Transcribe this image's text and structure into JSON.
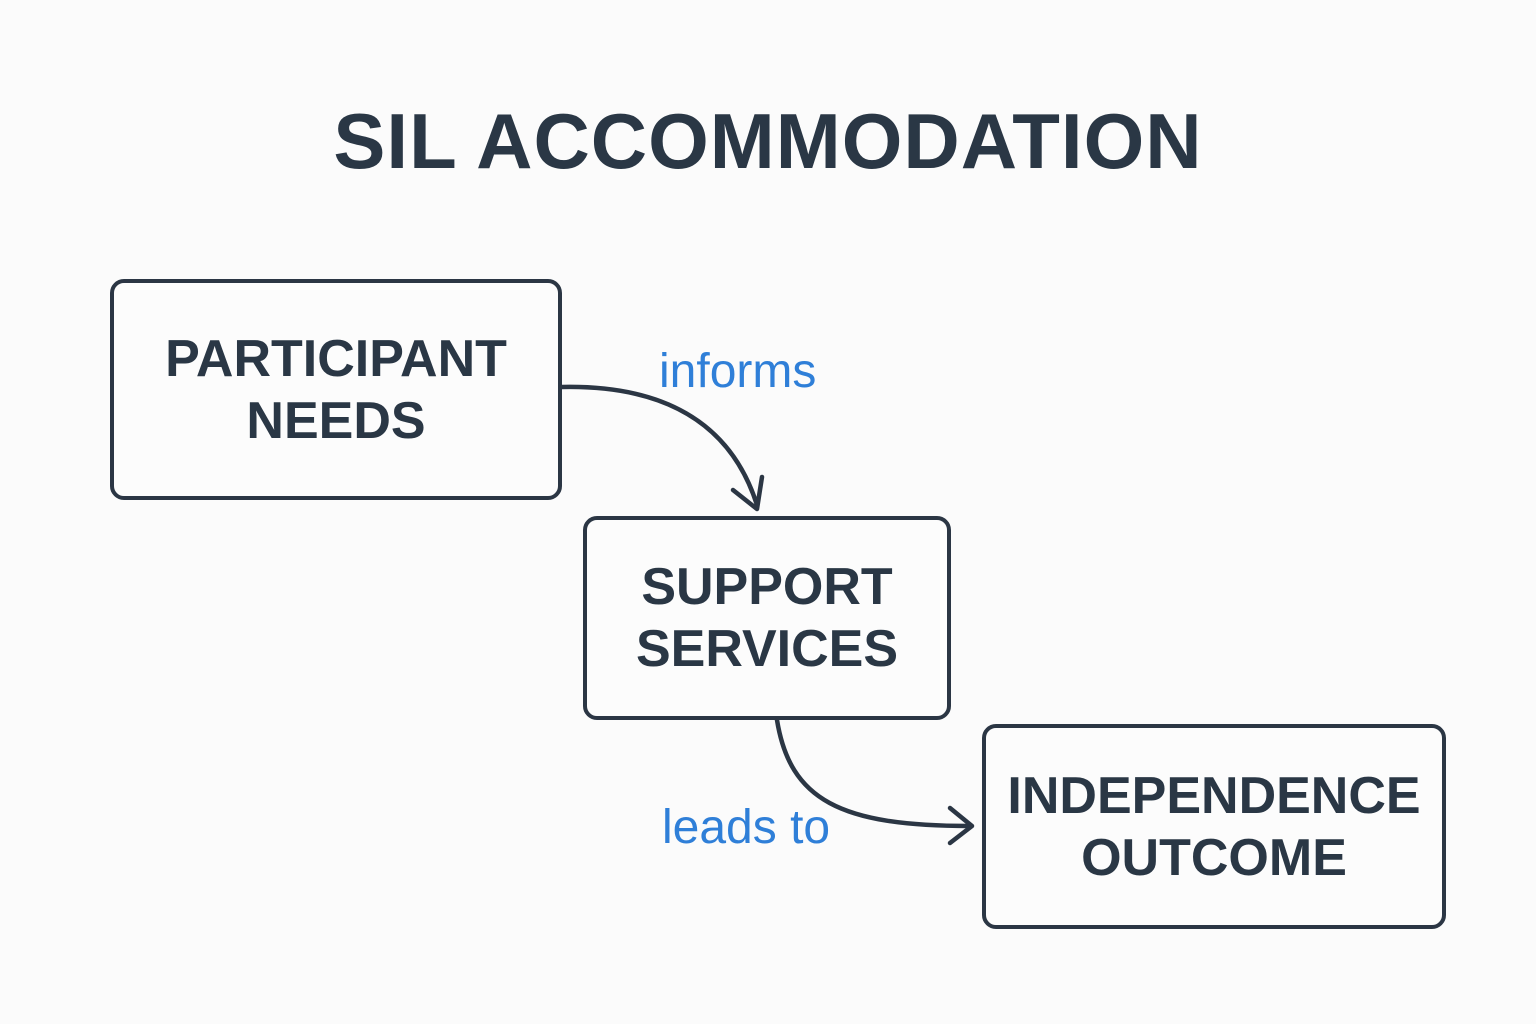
{
  "title": "SIL ACCOMMODATION",
  "nodes": [
    {
      "id": "participant-needs",
      "lines": [
        "PARTICIPANT",
        "NEEDS"
      ]
    },
    {
      "id": "support-services",
      "lines": [
        "SUPPORT",
        "SERVICES"
      ]
    },
    {
      "id": "independence-outcome",
      "lines": [
        "INDEPENDENCE",
        "OUTCOME"
      ]
    }
  ],
  "edges": [
    {
      "from": "participant-needs",
      "to": "support-services",
      "label": "informs"
    },
    {
      "from": "support-services",
      "to": "independence-outcome",
      "label": "leads to"
    }
  ],
  "colors": {
    "text": "#2a3745",
    "stroke": "#2b3644",
    "edge_label": "#2f7fd8",
    "background": "#fbfbfb"
  }
}
